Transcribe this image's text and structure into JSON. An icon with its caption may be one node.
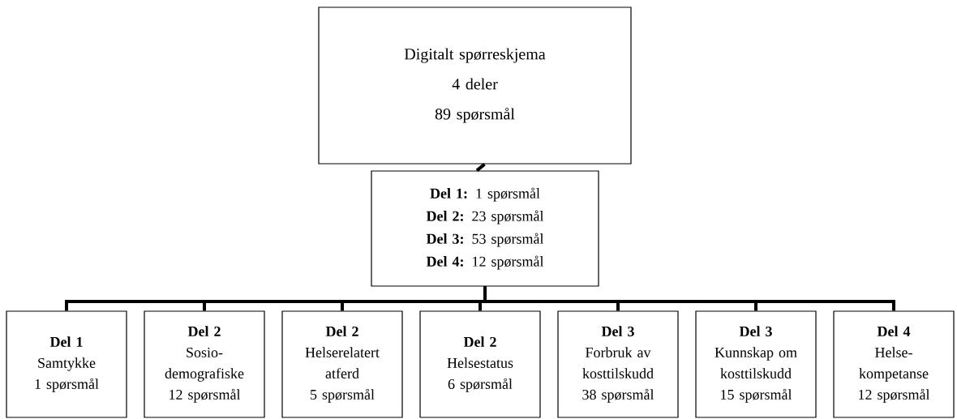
{
  "diagram": {
    "nodes": [
      {
        "text": [
          "Digitalt spørreskjema",
          "4 deler",
          "89 spørsmål"
        ]
      },
      {
        "text": [
          "**Del 1:** 1 spørsmål",
          "**Del 2:** 23 spørsmål",
          "**Del 3:** 53 spørsmål",
          "**Del 4:** 12 spørsmål"
        ]
      },
      {
        "text": [
          "Del 1",
          "Samtykke",
          "1 spørsmål"
        ]
      },
      {
        "text": [
          "Del 2",
          "Sosio- demografiske",
          "12 spørsmål"
        ]
      },
      {
        "text": [
          "Del 2",
          "Helserelatert atferd",
          "5 spørsmål"
        ]
      },
      {
        "text": [
          "Del 2",
          "Helsestatus",
          "6 spørsmål"
        ]
      },
      {
        "text": [
          "Del 3",
          "Forbruk av kosttilskudd",
          "38 spørsmål"
        ]
      },
      {
        "text": [
          "Del 3",
          "Kunnskap om kosttilskudd",
          "15 spørsmål"
        ]
      },
      {
        "text": [
          "Del 4",
          "Helse- kompetanse",
          "12 spørsmål"
        ]
      }
    ],
    "edges": [
      {
        "from": 1,
        "to": 0,
        "arrow": "none"
      },
      {
        "from": 1,
        "to": 2,
        "arrow": "none"
      },
      {
        "from": 1,
        "to": 3,
        "arrow": "none"
      },
      {
        "from": 1,
        "to": 4,
        "arrow": "none"
      },
      {
        "from": 1,
        "to": 5,
        "arrow": "none"
      },
      {
        "from": 1,
        "to": 6,
        "arrow": "none"
      },
      {
        "from": 1,
        "to": 7,
        "arrow": "none"
      },
      {
        "from": 1,
        "to": 8,
        "arrow": "none"
      }
    ]
  }
}
